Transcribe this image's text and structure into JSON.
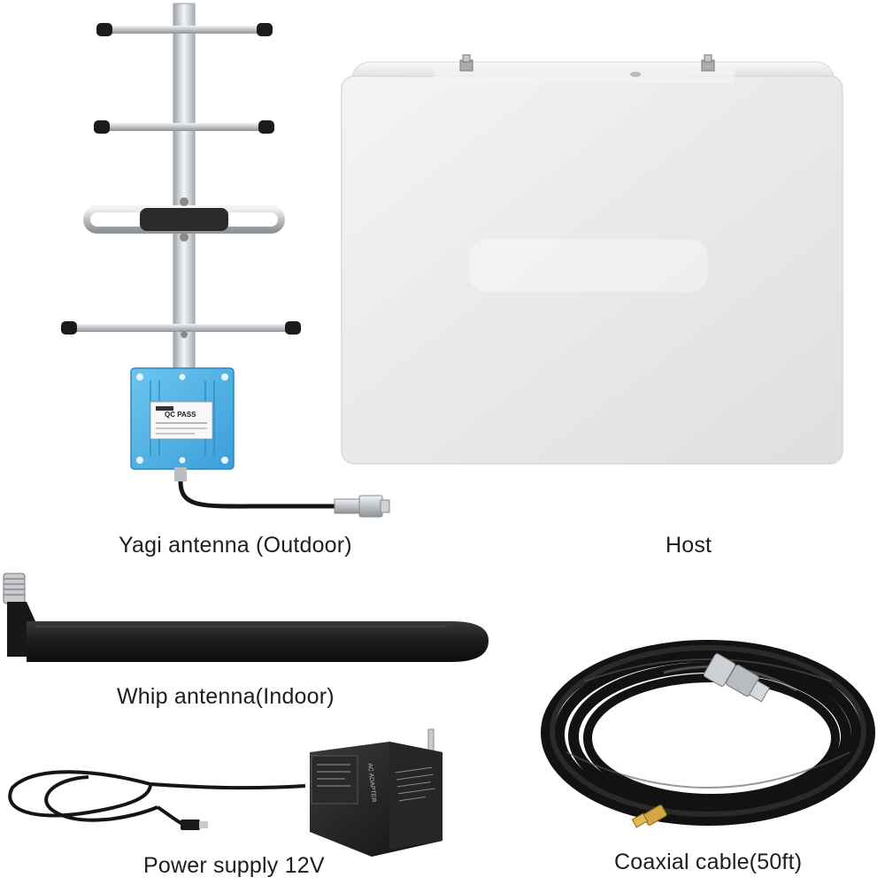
{
  "products": {
    "yagi": {
      "label": "Yagi antenna (Outdoor)",
      "badge_text": "QC PASS"
    },
    "host": {
      "label": "Host"
    },
    "whip": {
      "label": "Whip antenna(Indoor)"
    },
    "power": {
      "label": "Power supply 12V",
      "adapter_text": "AC ADAPTER"
    },
    "cable": {
      "label": "Coaxial cable(50ft)"
    }
  },
  "colors": {
    "yagi_plate": "#4fb4e8",
    "host_body": "#ececec",
    "black_plastic": "#1a1a1a",
    "metal": "#c9ccd0"
  }
}
